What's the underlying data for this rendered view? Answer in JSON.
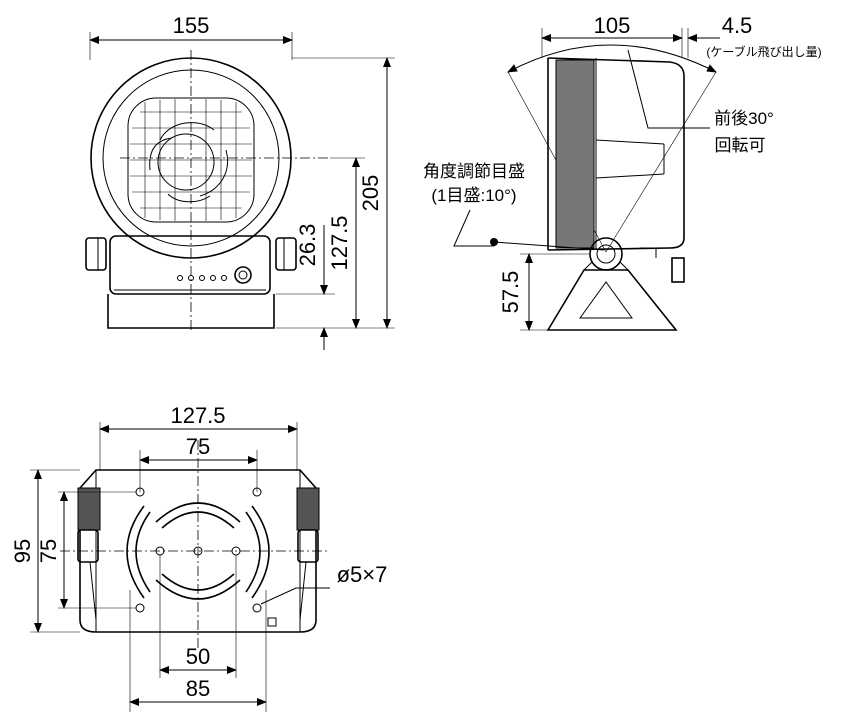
{
  "front_view": {
    "width_dim": "155",
    "height_dim": "205",
    "center_height_dim": "127.5",
    "base_dim": "26.3"
  },
  "side_view": {
    "depth_dim": "105",
    "cable_dim": "4.5",
    "cable_note": "(ケーブル飛び出し量)",
    "tilt_note_1": "前後30°",
    "tilt_note_2": "回転可",
    "scale_note_1": "角度調節目盛",
    "scale_note_2": "(1目盛:10°)",
    "pivot_height_dim": "57.5"
  },
  "bottom_view": {
    "outer_width_dim": "127.5",
    "hole_pitch_top_dim": "75",
    "depth_outer_dim": "95",
    "depth_hole_dim": "75",
    "slot_note": "ø5×7",
    "inner_pitch_dim": "50",
    "outer_pitch_dim": "85"
  }
}
